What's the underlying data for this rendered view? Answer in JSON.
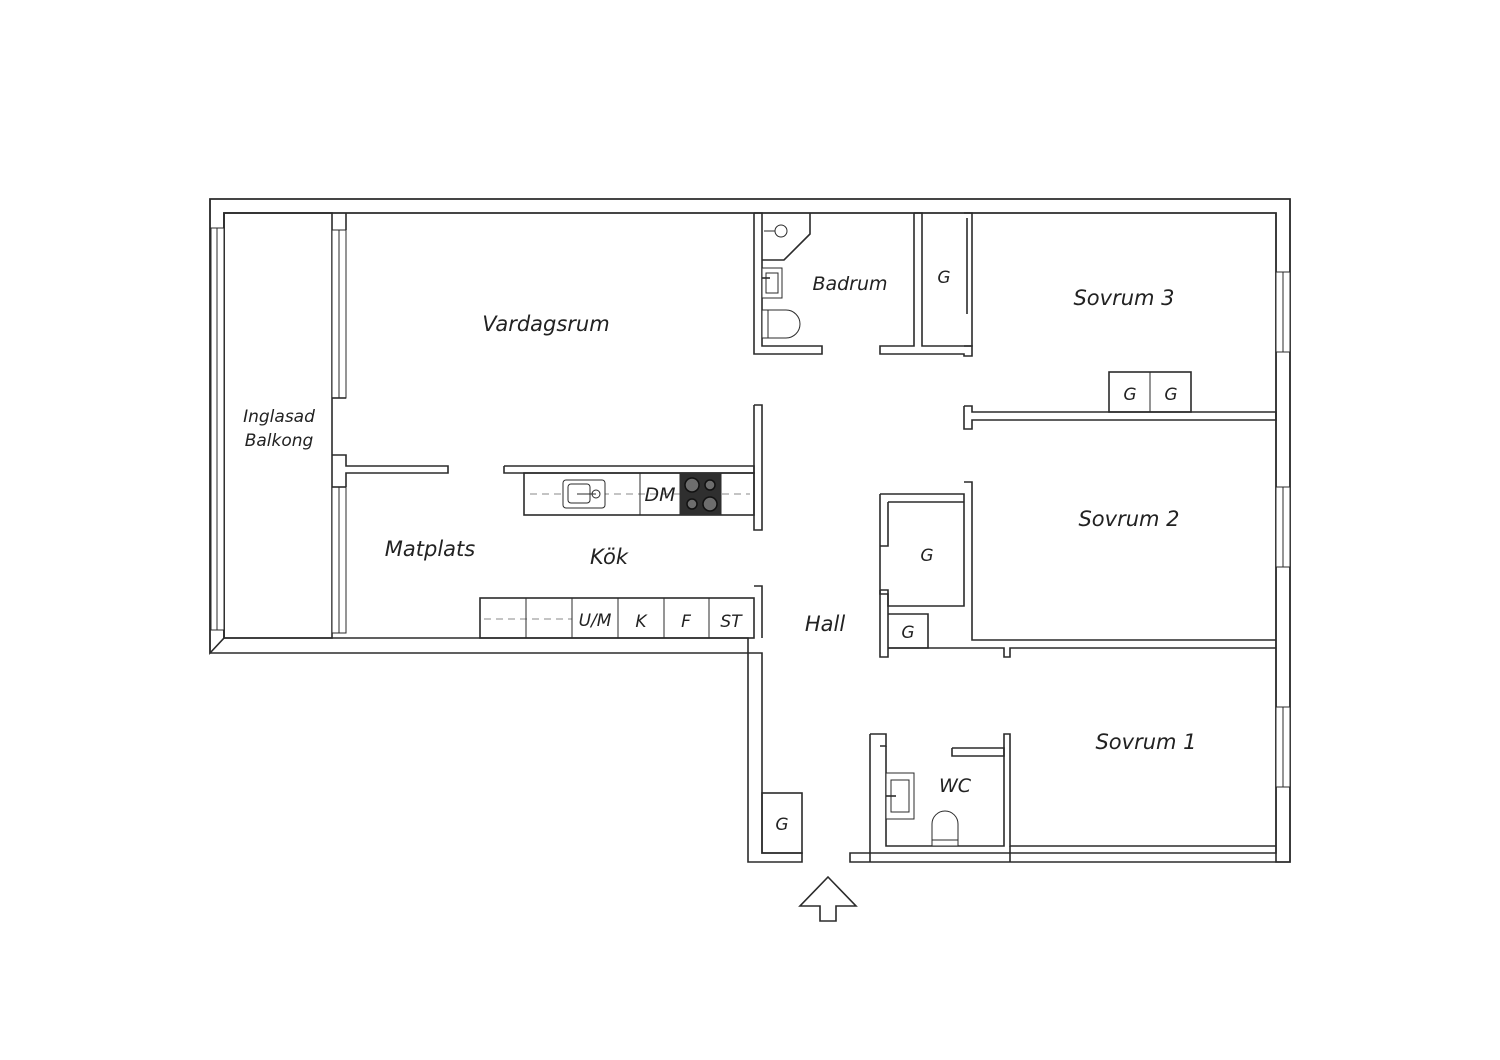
{
  "plan": {
    "rooms": {
      "balkong_line1": "Inglasad",
      "balkong_line2": "Balkong",
      "vardagsrum": "Vardagsrum",
      "matplats": "Matplats",
      "kok": "Kök",
      "badrum": "Badrum",
      "hall": "Hall",
      "wc": "WC",
      "sovrum3": "Sovrum 3",
      "sovrum2": "Sovrum 2",
      "sovrum1": "Sovrum 1"
    },
    "fixtures": {
      "dishwasher": "DM",
      "washer_microwave": "U/M",
      "fridge": "K",
      "freezer": "F",
      "cabinet": "ST",
      "wardrobe": "G"
    },
    "colors": {
      "wall": "#2b2b2b",
      "stove": "#2f2f2f",
      "background": "#ffffff"
    },
    "icons": [
      "entrance-arrow-icon",
      "sink-icon",
      "stove-icon",
      "toilet-icon",
      "shower-icon"
    ]
  }
}
